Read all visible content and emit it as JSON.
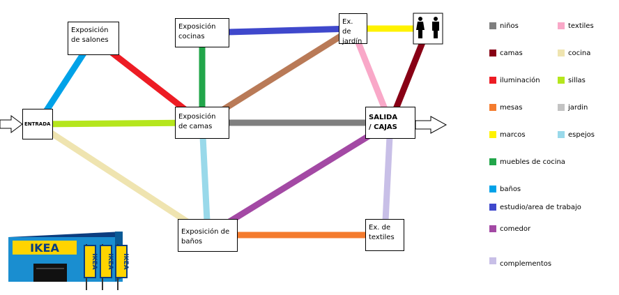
{
  "nodes": {
    "entrada": "ENTRADA",
    "salones": "Exposición de salones",
    "cocinas": "Exposición cocinas",
    "jardin": "Ex. de jardín",
    "camas": "Exposición de camas",
    "salida": "SALIDA / CAJAS",
    "banos": "Exposición de baños",
    "textiles": "Ex. de textiles"
  },
  "store_sign": "IKEA",
  "flag_sign": "IKEA",
  "legend": [
    {
      "label": "niños",
      "color": "#7f7f7f"
    },
    {
      "label": "textiles",
      "color": "#f9a8c8"
    },
    {
      "label": "camas",
      "color": "#880015"
    },
    {
      "label": "cocina",
      "color": "#efe4b0"
    },
    {
      "label": "iluminación",
      "color": "#ed1c24"
    },
    {
      "label": "sillas",
      "color": "#b5e61d"
    },
    {
      "label": "mesas",
      "color": "#f47b2e"
    },
    {
      "label": "jardin",
      "color": "#c3c3c3"
    },
    {
      "label": "marcos",
      "color": "#fff200"
    },
    {
      "label": "espejos",
      "color": "#99d9ea"
    },
    {
      "label": "muebles de cocina",
      "color": "#22a64a"
    },
    {
      "label": "baños",
      "color": "#00a2e8"
    },
    {
      "label": "estudio/area de trabajo",
      "color": "#3f48cc"
    },
    {
      "label": "comedor",
      "color": "#a349a4"
    },
    {
      "label": "complementos",
      "color": "#c8bfe7"
    }
  ],
  "connections": [
    {
      "from": "entrada",
      "to": "salones",
      "color": "#00a2e8"
    },
    {
      "from": "salones",
      "to": "camas",
      "color": "#ed1c24"
    },
    {
      "from": "cocinas",
      "to": "camas",
      "color": "#22a64a"
    },
    {
      "from": "cocinas",
      "to": "jardin",
      "color": "#3f48cc"
    },
    {
      "from": "jardin",
      "to": "aseos",
      "color": "#fff200"
    },
    {
      "from": "jardin",
      "to": "camas",
      "color": "#b97a57"
    },
    {
      "from": "jardin",
      "to": "salida",
      "color": "#f9a8c8"
    },
    {
      "from": "aseos",
      "to": "salida",
      "color": "#880015"
    },
    {
      "from": "entrada",
      "to": "camas",
      "color": "#b5e61d"
    },
    {
      "from": "camas",
      "to": "salida",
      "color": "#7f7f7f"
    },
    {
      "from": "entrada",
      "to": "banos",
      "color": "#efe4b0"
    },
    {
      "from": "camas",
      "to": "banos",
      "color": "#99d9ea"
    },
    {
      "from": "banos",
      "to": "salida",
      "color": "#a349a4"
    },
    {
      "from": "banos",
      "to": "textiles",
      "color": "#f47b2e"
    },
    {
      "from": "salida",
      "to": "textiles",
      "color": "#c8bfe7"
    }
  ]
}
